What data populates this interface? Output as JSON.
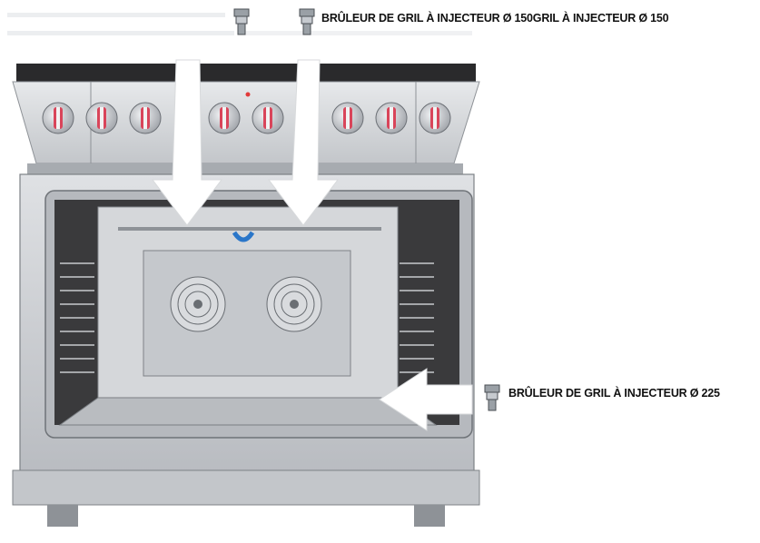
{
  "labels": {
    "top": "BRÛLEUR DE GRIL À INJECTEUR Ø 150GRIL À INJECTEUR Ø 150",
    "side": "BRÛLEUR DE GRIL À INJECTEUR Ø 225"
  },
  "icons": {
    "injector": "injector-nozzle-icon",
    "arrow": "white-pointer-arrow"
  },
  "colors": {
    "steel": "#c9ccd0",
    "knob_accent": "#d9455a",
    "top_panel": "#2a2a2c",
    "indicator": "#e23a3a",
    "oven_interior": "#3a3a3c",
    "cavity_back": "#d5d7da"
  }
}
